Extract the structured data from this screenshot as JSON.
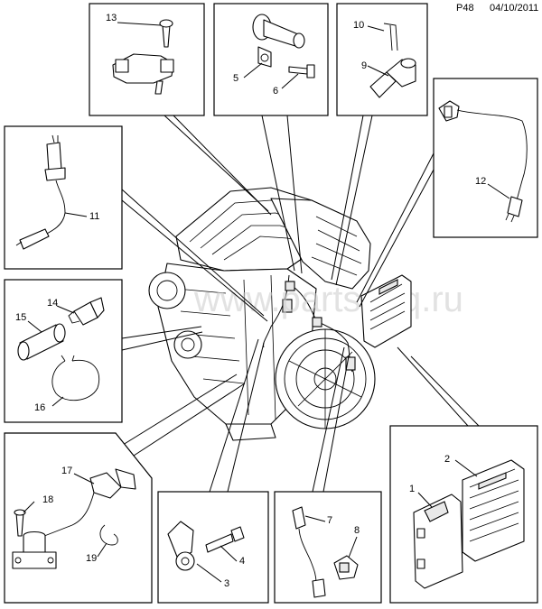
{
  "header": {
    "page": "P48",
    "date": "04/10/2011"
  },
  "watermark": "www.partsouq.ru",
  "callouts": {
    "c1": "1",
    "c2": "2",
    "c3": "3",
    "c4": "4",
    "c5": "5",
    "c6": "6",
    "c7": "7",
    "c8": "8",
    "c9": "9",
    "c10": "10",
    "c11": "11",
    "c12": "12",
    "c13": "13",
    "c14": "14",
    "c15": "15",
    "c16": "16",
    "c17": "17",
    "c18": "18",
    "c19": "19"
  }
}
